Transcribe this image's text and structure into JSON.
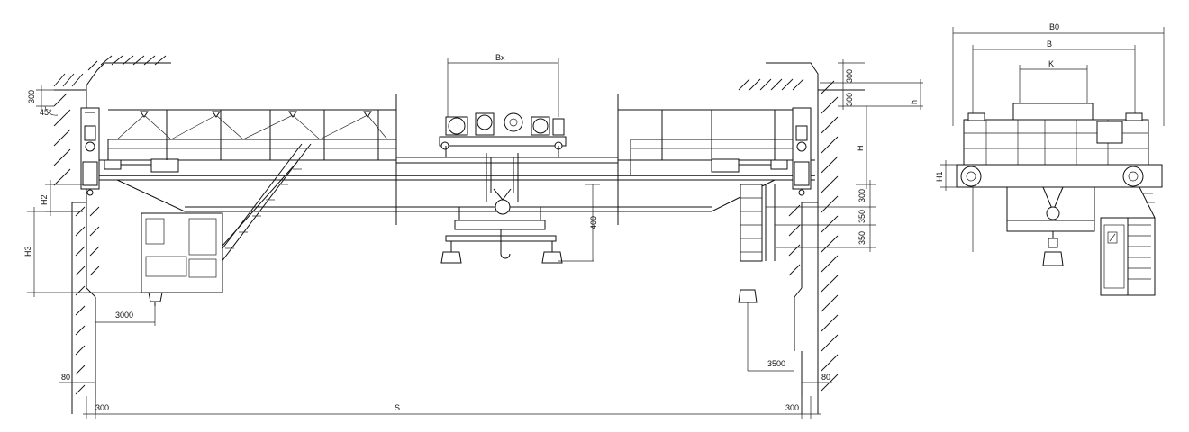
{
  "labels": {
    "h300_top": "300",
    "angle": "45°",
    "h2": "H2",
    "h3": "H3",
    "dim3000": "3000",
    "d80_left": "80",
    "s300_left": "300",
    "span": "S",
    "s300_right": "300",
    "d80_right": "80",
    "dim3500": "3500",
    "bx": "Bx",
    "hook": "400",
    "top300a": "300",
    "top300b": "300",
    "h_small": "h",
    "h_big": "H",
    "r300": "300",
    "r350a": "350",
    "r350b": "350",
    "bo": "B0",
    "b": "B",
    "k": "K",
    "h1": "H1"
  }
}
